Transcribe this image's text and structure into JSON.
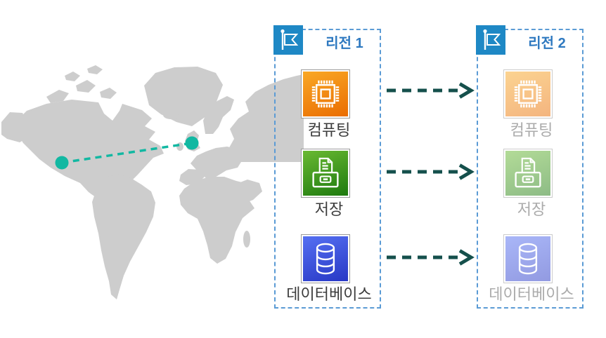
{
  "map": {
    "name": "world-map",
    "land_color": "#CDCDCD",
    "connection": {
      "color": "#12B8A2",
      "style": "dashed-line",
      "endpoints": [
        {
          "name": "north-america-point"
        },
        {
          "name": "europe-point"
        }
      ]
    }
  },
  "regions": [
    {
      "label": "리전 1",
      "flag_icon": "flag-icon",
      "faded": false,
      "services": [
        {
          "icon": "compute-chip-icon",
          "label": "컴퓨팅"
        },
        {
          "icon": "storage-drawer-icon",
          "label": "저장"
        },
        {
          "icon": "database-cylinder-icon",
          "label": "데이터베이스"
        }
      ]
    },
    {
      "label": "리전 2",
      "flag_icon": "flag-icon",
      "faded": true,
      "services": [
        {
          "icon": "compute-chip-icon",
          "label": "컴퓨팅"
        },
        {
          "icon": "storage-drawer-icon",
          "label": "저장"
        },
        {
          "icon": "database-cylinder-icon",
          "label": "데이터베이스"
        }
      ]
    }
  ],
  "arrows": {
    "count": 3,
    "direction": "left-to-right",
    "style": "dashed",
    "color": "#15504C"
  },
  "colors": {
    "region_border": "#5B9BD5",
    "region_header_bg": "#1E88C5",
    "region_label_text": "#2E79C0",
    "service_label_text": "#3C3C3C",
    "faded_label_text": "#ABABAB",
    "compute_gradient": "#F9A825-#EA6D02",
    "storage_gradient": "#69B932-#1E7A0F",
    "database_gradient": "#5570F2-#2838C5"
  }
}
